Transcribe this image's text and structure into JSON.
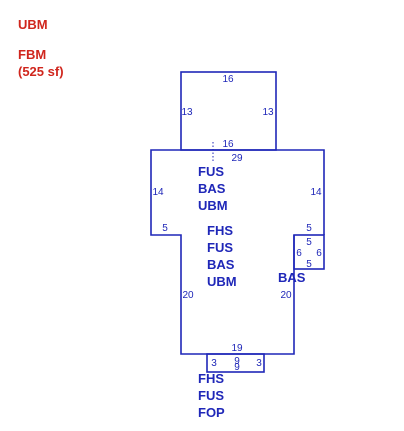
{
  "colors": {
    "line": "#1f27b8",
    "label": "#1f27b8",
    "legend": "#d0261d",
    "background": "#ffffff"
  },
  "legend": {
    "line1": "UBM",
    "line2": "FBM",
    "line3": "(525 sf)"
  },
  "dimensions": {
    "top_upper": "16",
    "top_left": "13",
    "top_right": "13",
    "top_lower": "16",
    "main_top": "29",
    "main_left": "14",
    "main_right": "14",
    "left_step": "5",
    "right_step_top": "5",
    "bay_top": "5",
    "bay_left": "6",
    "bay_right": "6",
    "bay_bottom": "5",
    "lower_left": "20",
    "lower_right": "20",
    "bottom": "19",
    "porch_left": "3",
    "porch_top": "9",
    "porch_bottom": "9",
    "porch_right": "3"
  },
  "areas": {
    "upper_1": "FUS",
    "upper_2": "BAS",
    "upper_3": "UBM",
    "middle_1": "FHS",
    "middle_2": "FUS",
    "middle_3": "BAS",
    "middle_4": "UBM",
    "bay": "BAS",
    "porch_1": "FHS",
    "porch_2": "FUS",
    "porch_3": "FOP"
  }
}
